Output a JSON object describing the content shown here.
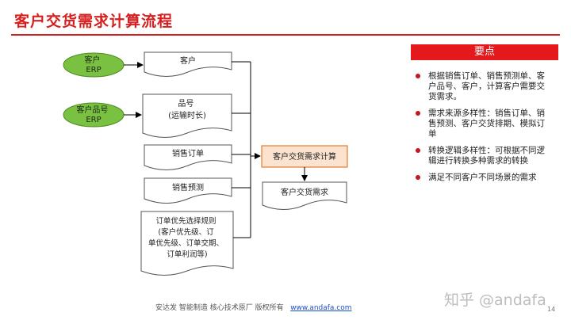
{
  "title": "客户交货需求计算流程",
  "nodes": {
    "erp1": [
      "客户",
      "ERP"
    ],
    "erp2": [
      "客户品号",
      "ERP"
    ],
    "doc_customer": [
      "客户"
    ],
    "doc_item": [
      "品号",
      "(运输时长)"
    ],
    "doc_sales_order": [
      "销售订单"
    ],
    "doc_sales_forecast": [
      "销售预测"
    ],
    "doc_rules": [
      "订单优先选择规则",
      "(客户优先级、订",
      "单优先级、订单交期、",
      "订单利润等)"
    ],
    "process": [
      "客户交货需求计算"
    ],
    "doc_output": [
      "客户交货需求"
    ]
  },
  "key_points": {
    "header": "要点",
    "items": [
      "根据销售订单、销售预测单、客户品号、客户，计算客户需要交货需求。",
      "需求来源多样性：销售订单、销售预测、客户交货排期、模拟订单",
      "转换逻辑多样性：可根据不同逻辑进行转换多种需求的转换",
      "满足不同客户不同场景的需求"
    ]
  },
  "footer": {
    "text": "安达发  智能制造 核心技术原厂  版权所有",
    "link": "www.andafa.com"
  },
  "watermark": "知乎 @andafa",
  "page_number": "14",
  "colors": {
    "accent": "#d6201f",
    "erp_fill": "#7ac142",
    "process_fill": "#fbe3cf",
    "process_stroke": "#e07b2e"
  }
}
